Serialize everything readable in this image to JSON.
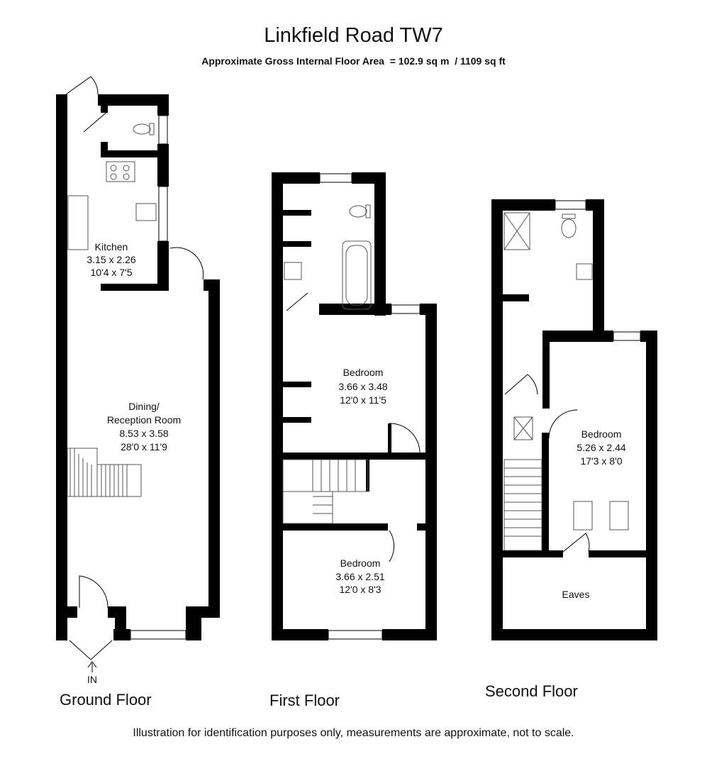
{
  "title": "Linkfield Road TW7",
  "subtitle": "Approximate Gross Internal Floor Area  = 102.9 sq m  / 1109 sq ft",
  "footer": "Illustration for identification purposes only, measurements are approximate, not to scale.",
  "entrance_label": "IN",
  "floors": {
    "ground": {
      "label": "Ground Floor",
      "rooms": {
        "kitchen": {
          "name": "Kitchen",
          "metric": "3.15 x 2.26",
          "imperial": "10'4 x 7'5"
        },
        "dining": {
          "name_line1": "Dining/",
          "name_line2": "Reception Room",
          "metric": "8.53 x 3.58",
          "imperial": "28'0 x 11'9"
        }
      }
    },
    "first": {
      "label": "First Floor",
      "rooms": {
        "bedroom_a": {
          "name": "Bedroom",
          "metric": "3.66 x 3.48",
          "imperial": "12'0 x 11'5"
        },
        "bedroom_b": {
          "name": "Bedroom",
          "metric": "3.66 x 2.51",
          "imperial": "12'0 x 8'3"
        }
      }
    },
    "second": {
      "label": "Second Floor",
      "rooms": {
        "bedroom": {
          "name": "Bedroom",
          "metric": "5.26 x 2.44",
          "imperial": "17'3 x 8'0"
        },
        "eaves": {
          "name": "Eaves"
        }
      }
    }
  },
  "colors": {
    "wall": "#000000",
    "background": "#ffffff",
    "fixture": "#555555"
  }
}
